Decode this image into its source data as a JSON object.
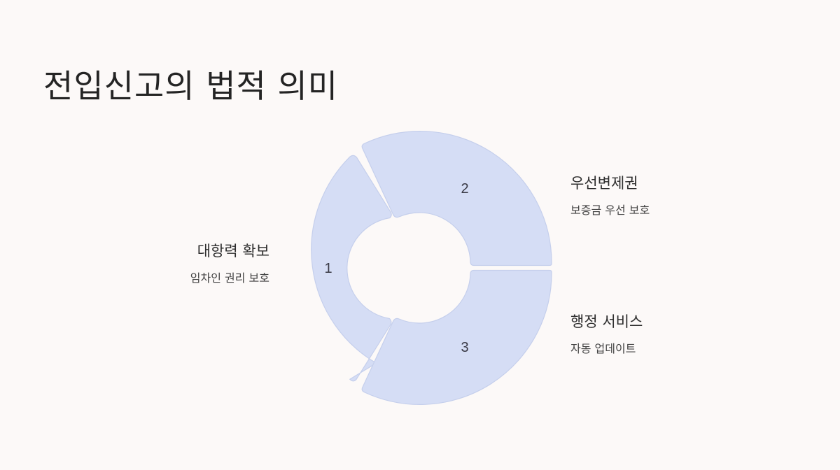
{
  "slide": {
    "title": "전입신고의 법적 의미"
  },
  "colors": {
    "background": "#fcf9f8",
    "segment_fill": "#d5ddf5",
    "segment_stroke": "#c5cfec",
    "text": "#2e2e2e"
  },
  "diagram": {
    "type": "segmented-donut",
    "segments": [
      {
        "number": "1",
        "heading": "대항력 확보",
        "description": "임차인 권리 보호",
        "position": "left"
      },
      {
        "number": "2",
        "heading": "우선변제권",
        "description": "보증금 우선 보호",
        "position": "upper-right"
      },
      {
        "number": "3",
        "heading": "행정 서비스",
        "description": "자동 업데이트",
        "position": "lower-right"
      }
    ]
  }
}
